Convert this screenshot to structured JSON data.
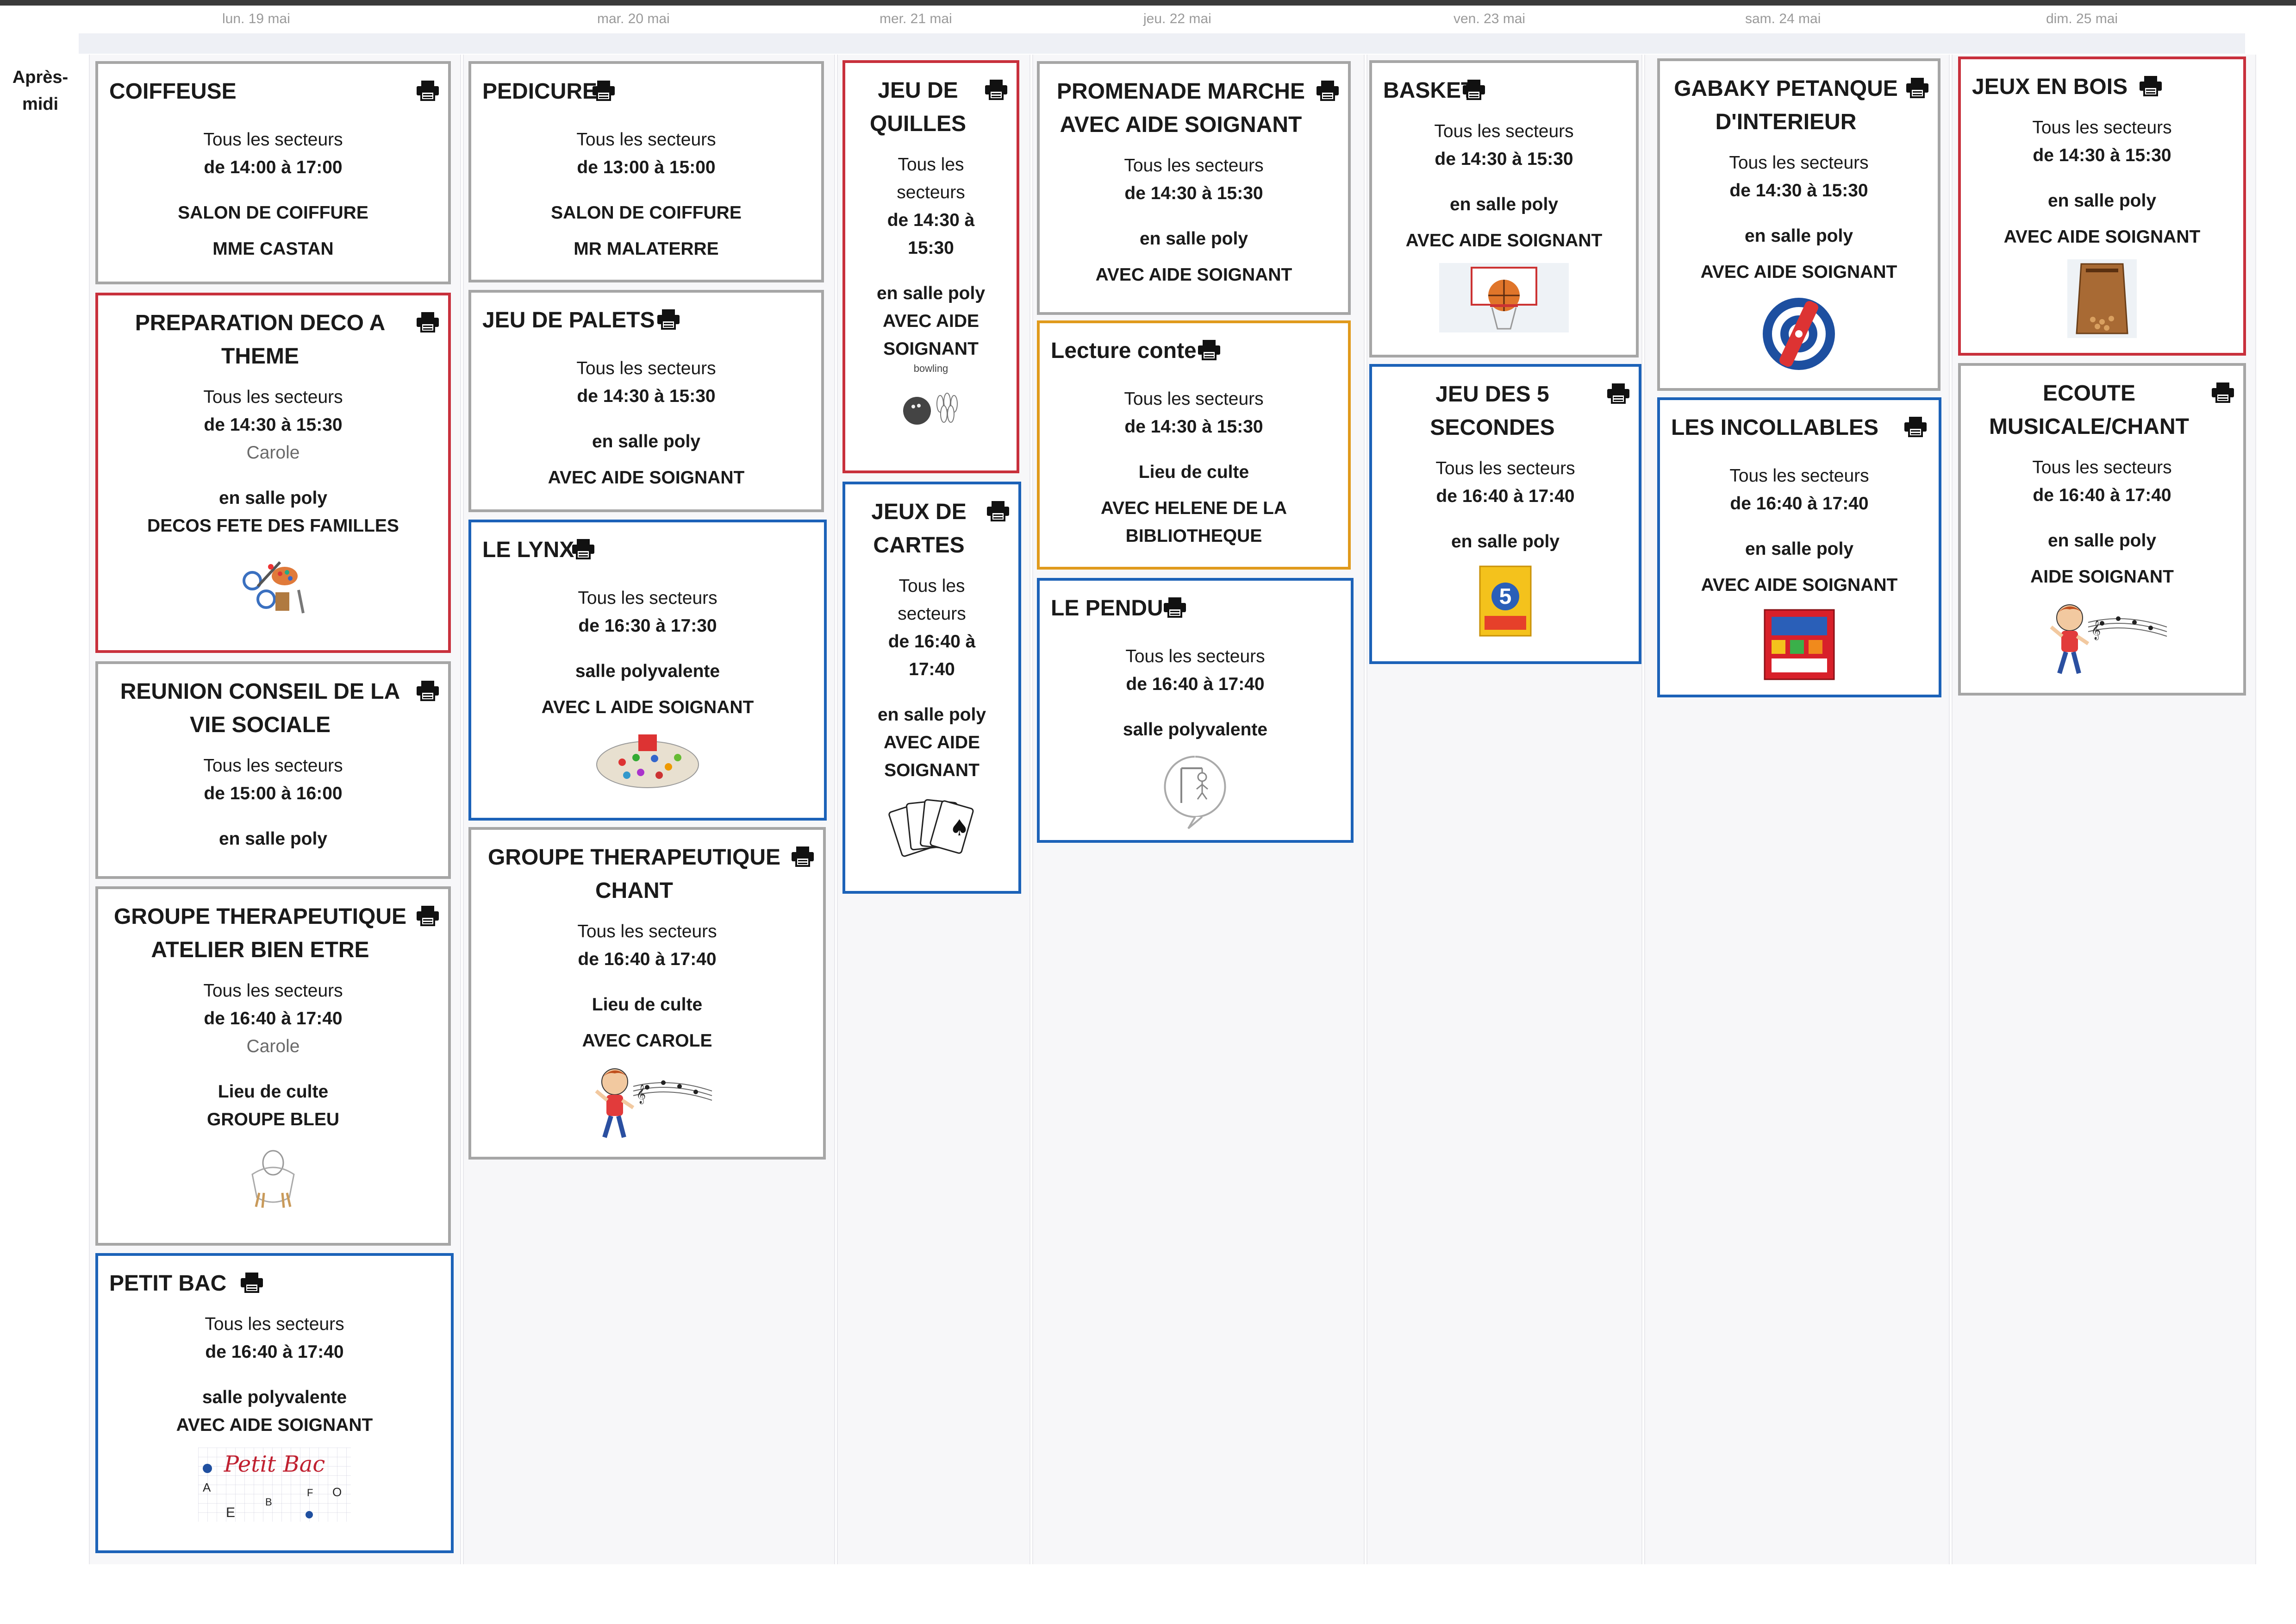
{
  "header": {
    "days": [
      "lun. 19 mai",
      "mar. 20 mai",
      "mer. 21 mai",
      "jeu. 22 mai",
      "ven. 23 mai",
      "sam. 24 mai",
      "dim. 25 mai"
    ],
    "row_label_line1": "Après-",
    "row_label_line2": "midi"
  },
  "cards": {
    "coiffeuse": {
      "title": "COIFFEUSE",
      "l1": "Tous les secteurs",
      "l2": "de 14:00 à 17:00",
      "l3": "SALON DE COIFFURE",
      "l4": "MME CASTAN"
    },
    "deco": {
      "title1": "PREPARATION DECO A",
      "title2": "THEME",
      "l1": "Tous les secteurs",
      "l2": "de 14:30 à 15:30",
      "l3": "Carole",
      "l4": "en salle poly",
      "l5": "DECOS FETE DES FAMILLES"
    },
    "reunion": {
      "title1": "REUNION CONSEIL DE LA",
      "title2": "VIE SOCIALE",
      "l1": "Tous les secteurs",
      "l2": "de 15:00 à 16:00",
      "l3": "en salle poly"
    },
    "atelier": {
      "title1": "GROUPE THERAPEUTIQUE",
      "title2": "ATELIER BIEN ETRE",
      "l1": "Tous les secteurs",
      "l2": "de 16:40 à 17:40",
      "l3": "Carole",
      "l4": "Lieu de culte",
      "l5": "GROUPE BLEU"
    },
    "petitbac": {
      "title": "PETIT BAC",
      "l1": "Tous les secteurs",
      "l2": "de 16:40 à 17:40",
      "l3": "salle polyvalente",
      "l4": "AVEC AIDE SOIGNANT",
      "img_text": "Petit Bac"
    },
    "pedicure": {
      "title": "PEDICURE",
      "l1": "Tous les secteurs",
      "l2": "de 13:00 à 15:00",
      "l3": "SALON DE COIFFURE",
      "l4": "MR MALATERRE"
    },
    "palets": {
      "title": "JEU DE PALETS",
      "l1": "Tous les secteurs",
      "l2": "de 14:30 à 15:30",
      "l3": "en salle poly",
      "l4": "AVEC AIDE SOIGNANT"
    },
    "lynx": {
      "title": "LE LYNX",
      "l1": "Tous les secteurs",
      "l2": "de 16:30 à 17:30",
      "l3": "salle polyvalente",
      "l4": "AVEC L AIDE SOIGNANT"
    },
    "chant": {
      "title1": "GROUPE THERAPEUTIQUE",
      "title2": "CHANT",
      "l1": "Tous les secteurs",
      "l2": "de 16:40 à 17:40",
      "l3": "Lieu de culte",
      "l4": "AVEC CAROLE"
    },
    "quilles": {
      "title1": "JEU DE",
      "title2": "QUILLES",
      "l1": "Tous les",
      "l2": "secteurs",
      "l3": "de 14:30 à",
      "l4": "15:30",
      "l5": "en salle poly",
      "l6": "AVEC AIDE",
      "l7": "SOIGNANT",
      "img_label": "bowling"
    },
    "cartes": {
      "title1": "JEUX DE",
      "title2": "CARTES",
      "l1": "Tous les",
      "l2": "secteurs",
      "l3": "de 16:40 à",
      "l4": "17:40",
      "l5": "en salle poly",
      "l6": "AVEC AIDE",
      "l7": "SOIGNANT"
    },
    "promenade": {
      "title1": "PROMENADE MARCHE",
      "title2": "AVEC AIDE SOIGNANT",
      "l1": "Tous les secteurs",
      "l2": "de 14:30 à 15:30",
      "l3": "en salle poly",
      "l4": "AVEC AIDE SOIGNANT"
    },
    "conte": {
      "title": "Lecture conte",
      "l1": "Tous les secteurs",
      "l2": "de 14:30 à 15:30",
      "l3": "Lieu de culte",
      "l4": "AVEC HELENE DE LA",
      "l5": "BIBLIOTHEQUE"
    },
    "pendu": {
      "title": "LE PENDU",
      "l1": "Tous les secteurs",
      "l2": "de 16:40 à 17:40",
      "l3": "salle polyvalente"
    },
    "basket": {
      "title": "BASKET",
      "l1": "Tous les secteurs",
      "l2": "de 14:30 à 15:30",
      "l3": "en salle poly",
      "l4": "AVEC AIDE SOIGNANT"
    },
    "cinq": {
      "title1": "JEU DES 5",
      "title2": "SECONDES",
      "l1": "Tous les secteurs",
      "l2": "de 16:40 à 17:40",
      "l3": "en salle poly"
    },
    "gabaky": {
      "title1": "GABAKY PETANQUE",
      "title2": "D'INTERIEUR",
      "l1": "Tous les secteurs",
      "l2": "de 14:30 à 15:30",
      "l3": "en salle poly",
      "l4": "AVEC AIDE SOIGNANT"
    },
    "incollables": {
      "title": "LES INCOLLABLES",
      "l1": "Tous les secteurs",
      "l2": "de 16:40 à 17:40",
      "l3": "en salle poly",
      "l4": "AVEC AIDE SOIGNANT"
    },
    "bois": {
      "title": "JEUX EN BOIS",
      "l1": "Tous les secteurs",
      "l2": "de 14:30 à 15:30",
      "l3": "en salle poly",
      "l4": "AVEC AIDE SOIGNANT"
    },
    "ecoute": {
      "title1": "ECOUTE",
      "title2": "MUSICALE/CHANT",
      "l1": "Tous les secteurs",
      "l2": "de 16:40 à 17:40",
      "l3": "en salle poly",
      "l4": "AIDE SOIGNANT"
    }
  },
  "icons": {
    "print": "printer-icon",
    "images": [
      "craft-tools-icon",
      "relaxation-hands-icon",
      "petit-bac-icon",
      "lynx-board-icon",
      "singing-boy-icon",
      "bowling-icon",
      "playing-cards-icon",
      "hangman-icon",
      "basketball-icon",
      "five-seconds-box-icon",
      "target-icon",
      "incollables-box-icon",
      "wooden-game-icon"
    ]
  },
  "colors": {
    "red": "#c8303c",
    "blue": "#1c62b8",
    "orange": "#e09a1c",
    "gray": "#a6a6a6"
  }
}
